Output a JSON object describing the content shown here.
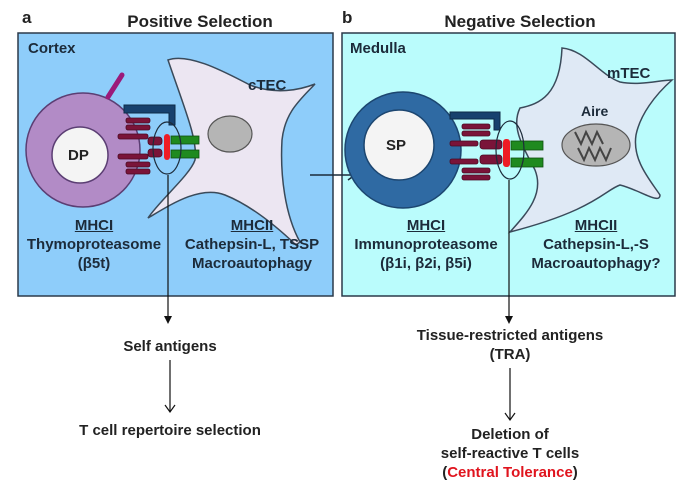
{
  "panels": [
    {
      "letter": "a",
      "title": "Positive Selection",
      "region": "Cortex",
      "thymocyte": "DP",
      "tec": "cTEC",
      "mhc1": {
        "heading": "MHCI",
        "line1": "Thymoproteasome",
        "line2": "(β5t)"
      },
      "mhc2": {
        "heading": "MHCII",
        "line1": "Cathepsin-L, TSSP",
        "line2": "Macroautophagy"
      },
      "antigens": "Self antigens",
      "outcome": {
        "line1": "T cell repertoire selection"
      },
      "colors": {
        "background": "#8ecdfa",
        "thymocyte_outer": "#b28bc6",
        "tec": "#ece6f2"
      }
    },
    {
      "letter": "b",
      "title": "Negative Selection",
      "region": "Medulla",
      "thymocyte": "SP",
      "tec": "mTEC",
      "nucleus_label": "Aire",
      "mhc1": {
        "heading": "MHCI",
        "line1": "Immunoproteasome",
        "line2": "(β1i, β2i, β5i)"
      },
      "mhc2": {
        "heading": "MHCII",
        "line1": "Cathepsin-L,-S",
        "line2": "Macroautophagy?"
      },
      "antigens": {
        "line1": "Tissue-restricted antigens",
        "line2": "(TRA)"
      },
      "outcome": {
        "line1": "Deletion of",
        "line2": "self-reactive T cells",
        "paren_open": "(",
        "highlight": "Central Tolerance",
        "paren_close": ")"
      },
      "colors": {
        "background": "#bafcfc",
        "thymocyte_outer": "#2f6aa3",
        "tec": "#dfe9f5"
      }
    }
  ],
  "legend_colors": {
    "tcr": "#7a1439",
    "peptide": "#ee1c24",
    "mhc": "#1f8a1f",
    "coreceptor": "#17416e",
    "highlight_text": "#e0141e"
  }
}
